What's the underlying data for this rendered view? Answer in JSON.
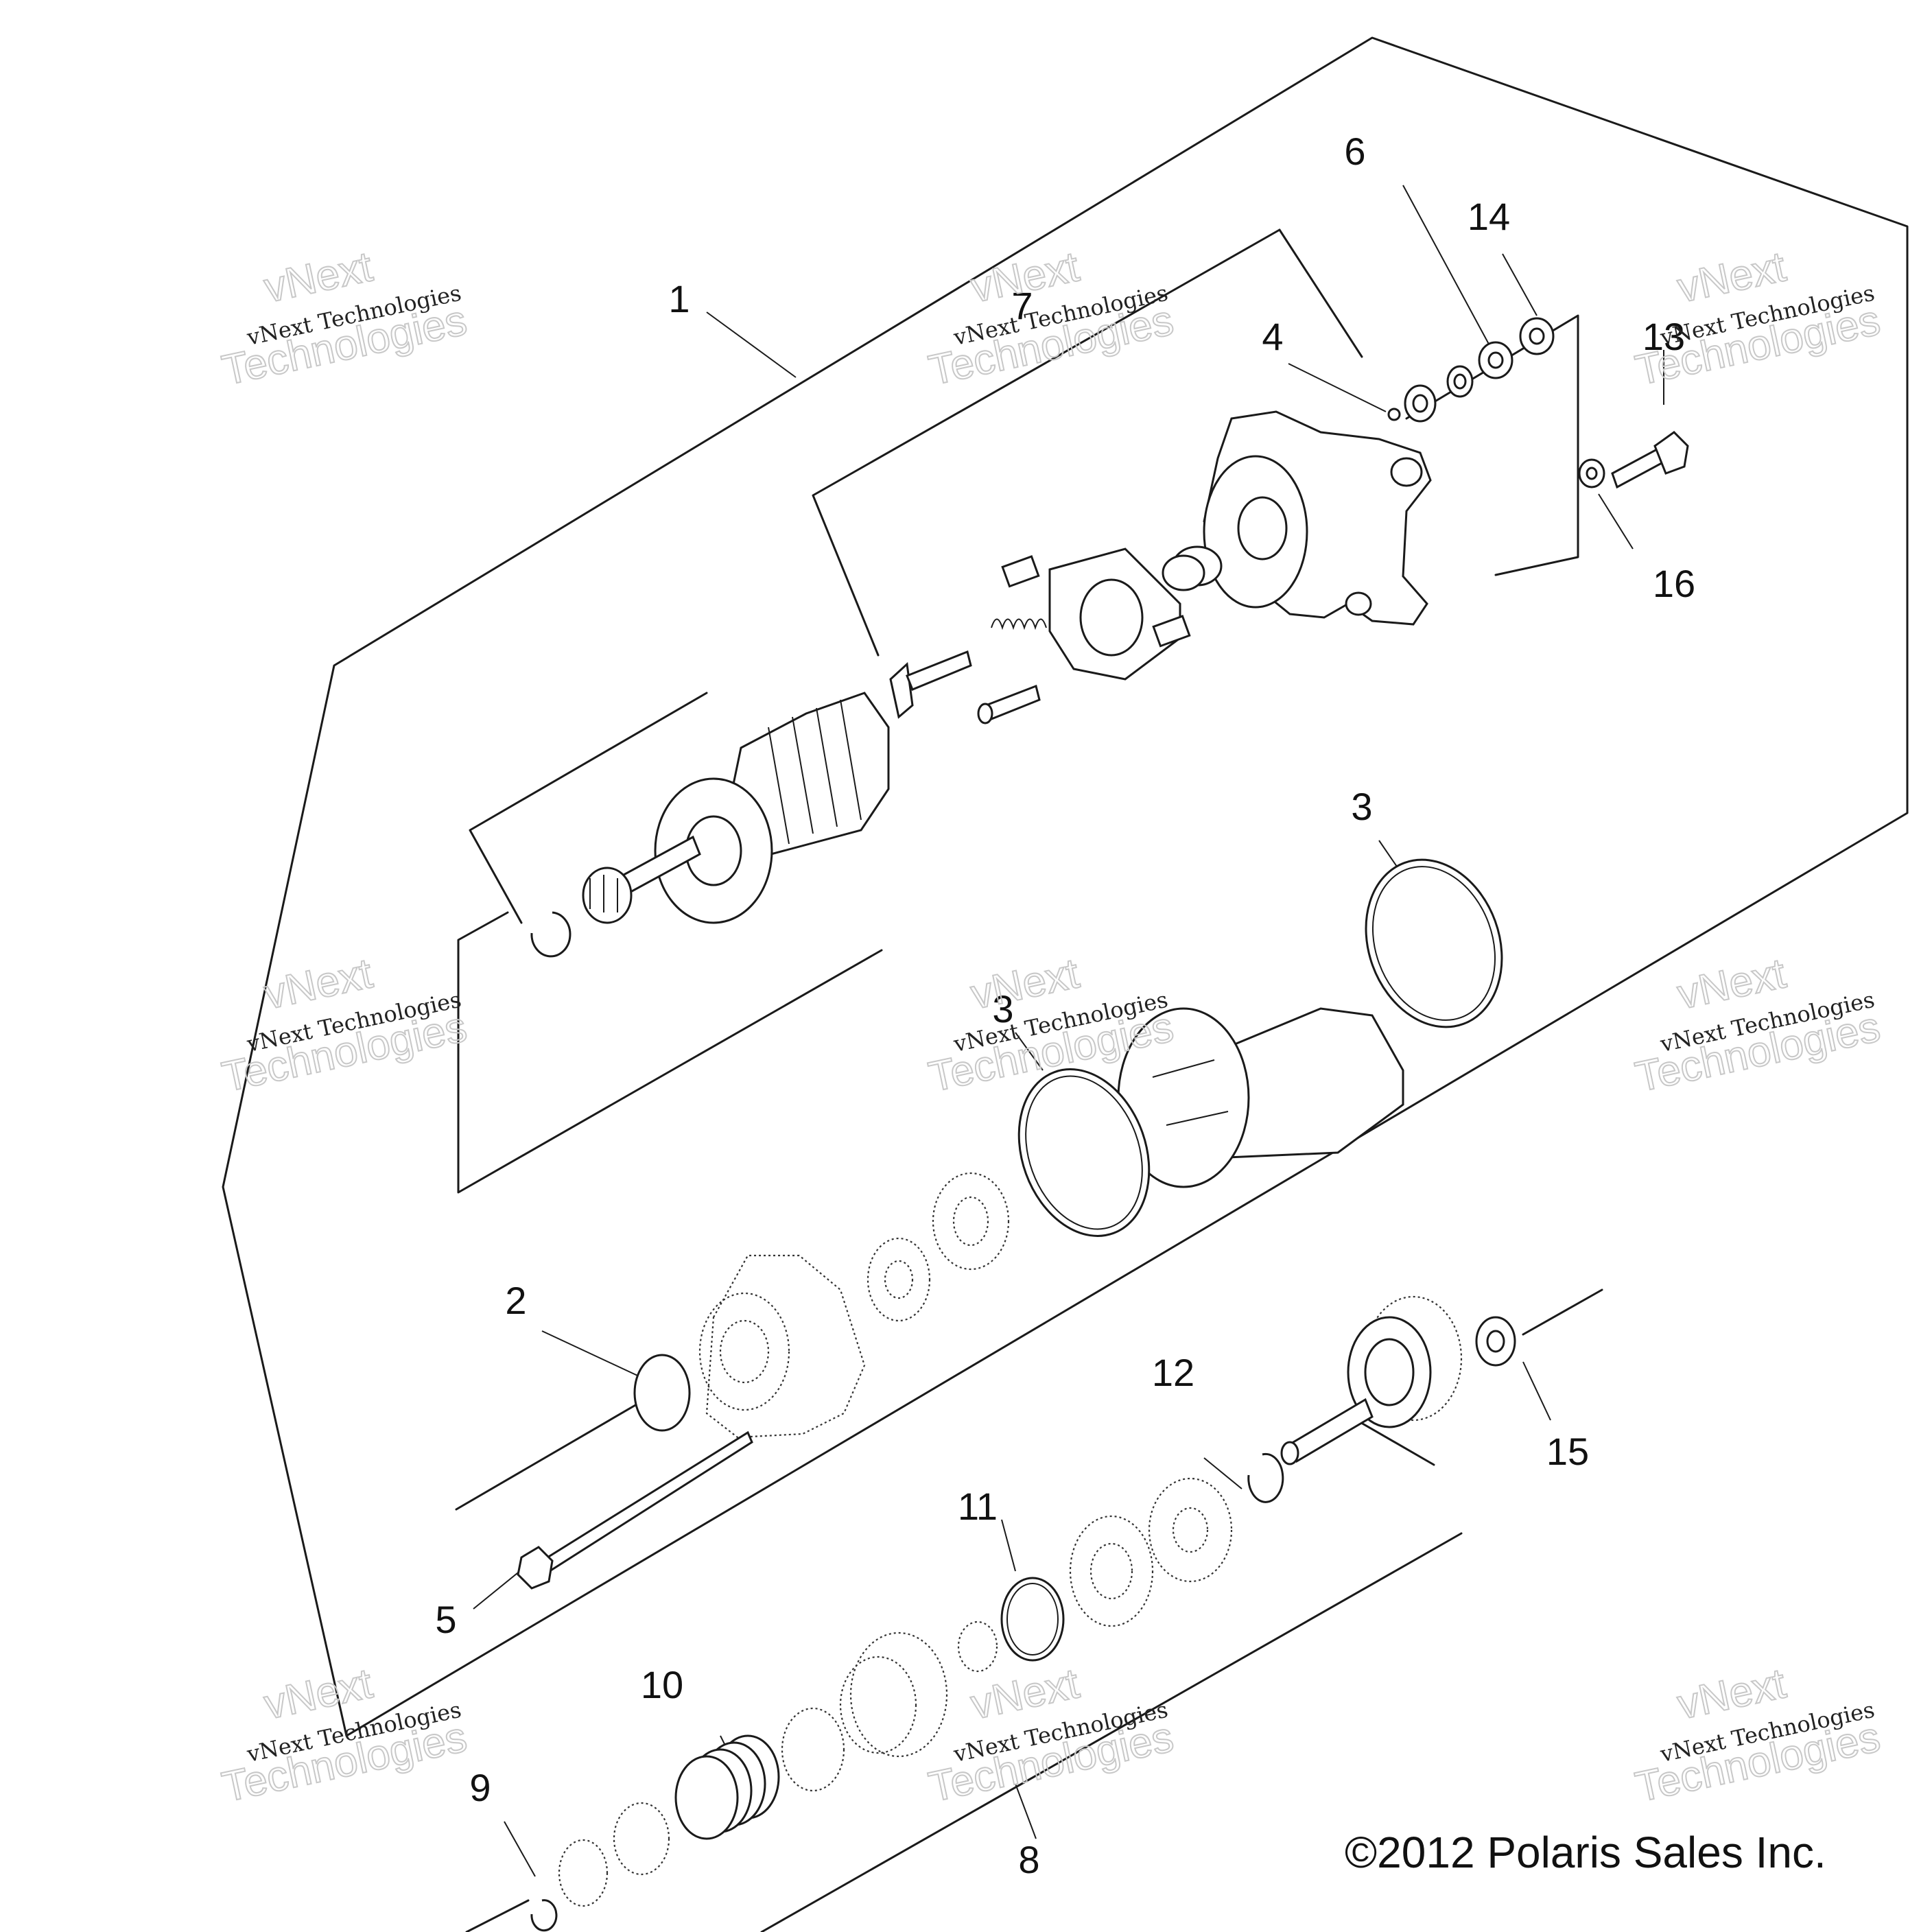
{
  "callouts": [
    "1",
    "2",
    "3",
    "3",
    "4",
    "5",
    "6",
    "7",
    "8",
    "9",
    "10",
    "11",
    "12",
    "13",
    "14",
    "15",
    "16"
  ],
  "watermark": {
    "line1": "vNext",
    "line2": "vNext Technologies",
    "line3": "Technologies"
  },
  "copyright": "©2012  Polaris Sales Inc."
}
